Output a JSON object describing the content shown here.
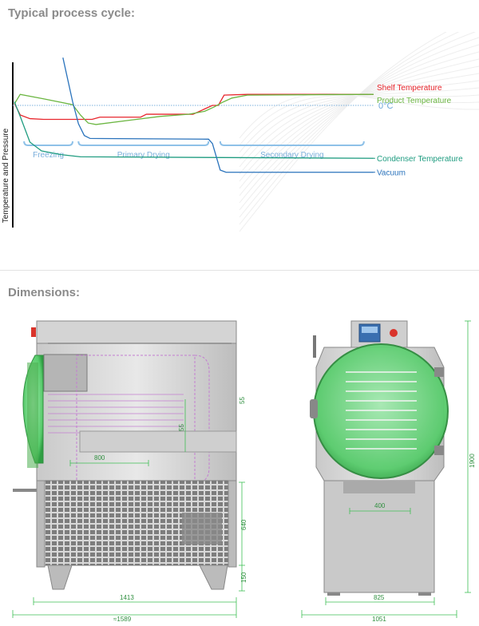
{
  "cycle_title": "Typical process cycle:",
  "dims_title": "Dimensions:",
  "chart_data": {
    "type": "line",
    "title": "Typical process cycle:",
    "ylabel": "Temperature and Pressure",
    "xlabel": "",
    "phases": [
      {
        "label": "Freezing",
        "start": 0.5,
        "end": 3.0
      },
      {
        "label": "Primary Drying",
        "start": 3.3,
        "end": 10.0
      },
      {
        "label": "Secondary Drying",
        "start": 10.6,
        "end": 18.0
      }
    ],
    "reference": {
      "label": "0°C",
      "value": 0
    },
    "series": [
      {
        "name": "Shelf Temperature",
        "color": "#e8262d",
        "points": [
          [
            0,
            3
          ],
          [
            0.3,
            -13
          ],
          [
            0.8,
            -18
          ],
          [
            1.5,
            -19
          ],
          [
            4,
            -19
          ],
          [
            4.4,
            -16
          ],
          [
            6.5,
            -16
          ],
          [
            6.8,
            -12
          ],
          [
            9.2,
            -12
          ],
          [
            10.2,
            0
          ],
          [
            10.5,
            0
          ],
          [
            10.8,
            14
          ],
          [
            12,
            15
          ],
          [
            18.5,
            15
          ]
        ]
      },
      {
        "name": "Product Temperature",
        "color": "#6bb641",
        "points": [
          [
            0,
            2
          ],
          [
            0.3,
            15
          ],
          [
            1.5,
            9
          ],
          [
            3,
            1
          ],
          [
            3.4,
            -13
          ],
          [
            3.8,
            -24
          ],
          [
            4.2,
            -26
          ],
          [
            6,
            -20
          ],
          [
            7.5,
            -15
          ],
          [
            9,
            -12
          ],
          [
            9.8,
            -8
          ],
          [
            10.3,
            -2
          ],
          [
            10.7,
            4
          ],
          [
            11.2,
            10
          ],
          [
            12,
            14
          ],
          [
            18.5,
            15
          ]
        ]
      },
      {
        "name": "Condenser Temperature",
        "color": "#1f9c80",
        "points": [
          [
            0,
            5
          ],
          [
            0.3,
            -15
          ],
          [
            0.8,
            -50
          ],
          [
            1.4,
            -62
          ],
          [
            2.4,
            -67
          ],
          [
            3.4,
            -70
          ],
          [
            18.5,
            -72
          ]
        ]
      },
      {
        "name": "Vacuum",
        "color": "#2a73bc",
        "points": [
          [
            2.5,
            65
          ],
          [
            3.0,
            5
          ],
          [
            3.3,
            -25
          ],
          [
            3.6,
            -41
          ],
          [
            3.9,
            -45
          ],
          [
            10,
            -46
          ],
          [
            10.2,
            -52
          ],
          [
            10.6,
            -88
          ],
          [
            10.9,
            -91
          ],
          [
            18.5,
            -91
          ]
        ]
      }
    ]
  },
  "dimensions": {
    "dim_640": "640",
    "dim_150": "150",
    "dim_1413": "1413",
    "dim_1589": "≈1589",
    "dim_800": "800",
    "dim_55": "55",
    "dim_400": "400",
    "dim_825": "825",
    "dim_1051": "1051",
    "dim_1900": "1900",
    "accent_green": "#3fbf55"
  }
}
